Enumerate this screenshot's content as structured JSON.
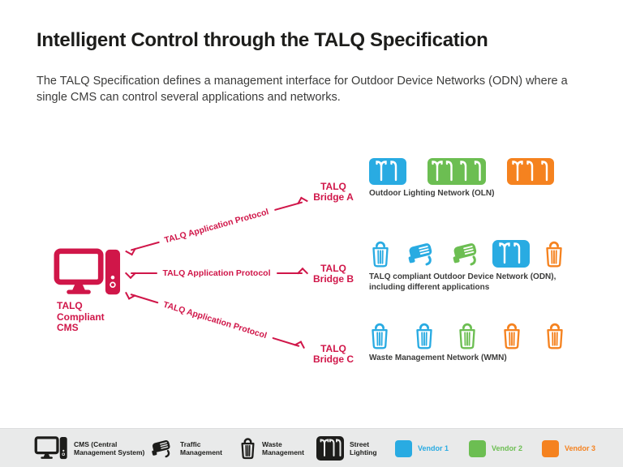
{
  "title": "Intelligent Control through the TALQ Specification",
  "intro": "The TALQ Specification defines a management interface for Outdoor Device Networks (ODN) where a single CMS can control several applications and networks.",
  "cms": {
    "line1": "TALQ",
    "line2": "Compliant",
    "line3": "CMS"
  },
  "arrows": {
    "top": {
      "label": "TALQ Application Protocol"
    },
    "middle": {
      "label": "TALQ Application Protocol"
    },
    "bottom": {
      "label": "TALQ Application Protocol"
    }
  },
  "bridges": {
    "a": {
      "line1": "TALQ",
      "line2": "Bridge A"
    },
    "b": {
      "line1": "TALQ",
      "line2": "Bridge B"
    },
    "c": {
      "line1": "TALQ",
      "line2": "Bridge C"
    }
  },
  "networks": {
    "oln": {
      "caption": "Outdoor Lighting Network (OLN)"
    },
    "odn": {
      "caption_line1": "TALQ compliant Outdoor Device Network (ODN),",
      "caption_line2": "including different applications"
    },
    "wmn": {
      "caption": "Waste Management Network (WMN)"
    }
  },
  "legend": {
    "cms": {
      "line1": "CMS (Central",
      "line2": "Management System)"
    },
    "traffic": {
      "line1": "Traffic",
      "line2": "Management"
    },
    "waste": {
      "line1": "Waste",
      "line2": "Management"
    },
    "street": {
      "line1": "Street",
      "line2": "Lighting"
    },
    "vendor1": {
      "label": "Vendor 1",
      "color": "#29ABE2"
    },
    "vendor2": {
      "label": "Vendor 2",
      "color": "#6CBE52"
    },
    "vendor3": {
      "label": "Vendor 3",
      "color": "#F5821F"
    }
  },
  "colors": {
    "crimson": "#D01649",
    "vendor1_blue": "#29ABE2",
    "vendor2_green": "#6CBE52",
    "vendor3_orange": "#F5821F",
    "legend_bar_bg": "#E9EAEA",
    "title_text": "#1D1D1B",
    "body_text": "#3C3C3B"
  }
}
